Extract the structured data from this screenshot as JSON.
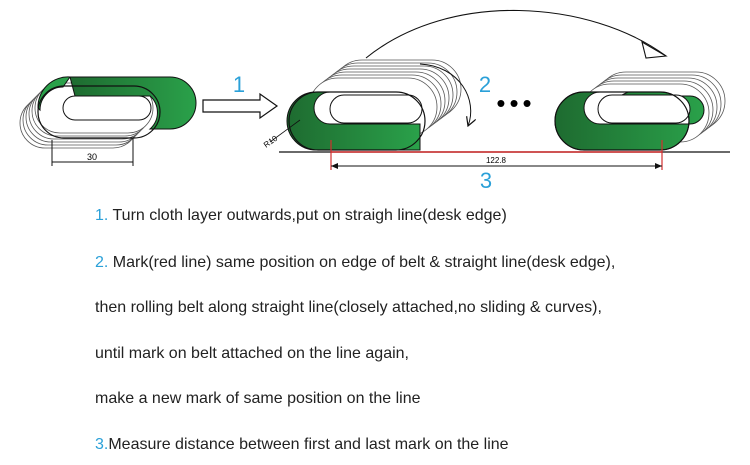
{
  "diagram": {
    "dim_width": "30",
    "dim_radius": "R10",
    "dim_distance": "122.8",
    "step_labels": [
      "1",
      "2",
      "3"
    ],
    "dots": "•••",
    "colors": {
      "green_dark": "#1e6b30",
      "green_light": "#2aa14a",
      "step_number": "#2aa0d8",
      "mark_line": "#d32f2f",
      "outline": "#111111"
    }
  },
  "instructions": [
    {
      "num": "1.",
      "text": " Turn cloth layer outwards,put on straigh line(desk edge)"
    },
    {
      "num": "2.",
      "text": " Mark(red line) same position on edge of belt & straight line(desk edge),"
    },
    {
      "num": "",
      "text": "then rolling belt along straight line(closely attached,no sliding & curves),"
    },
    {
      "num": "",
      "text": "until mark on belt attached on the line again,"
    },
    {
      "num": "",
      "text": "make a new mark of same position on the line"
    },
    {
      "num": "3.",
      "text": "Measure distance between first and last mark on the line"
    }
  ]
}
